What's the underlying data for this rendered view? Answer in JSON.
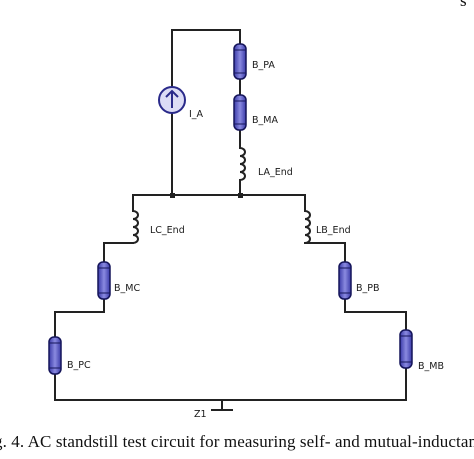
{
  "top_fragment": "s",
  "labels": {
    "I_A": "I_A",
    "B_PA": "B_PA",
    "B_MA": "B_MA",
    "LA_End": "LA_End",
    "LC_End": "LC_End",
    "LB_End": "LB_End",
    "B_MC": "B_MC",
    "B_PB": "B_PB",
    "B_PC": "B_PC",
    "B_MB": "B_MB",
    "Z1": "Z1"
  },
  "caption": "g. 4. AC standstill test circuit for measuring self- and mutual-inductan"
}
